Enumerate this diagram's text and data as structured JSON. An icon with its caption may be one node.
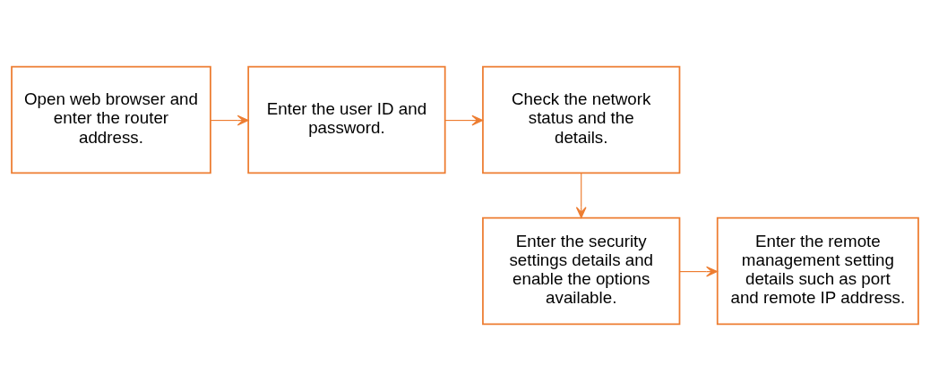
{
  "diagram": {
    "nodes": [
      {
        "text": [
          "Open web browser and enter the router address."
        ]
      },
      {
        "text": [
          "Enter the user ID and password."
        ]
      },
      {
        "text": [
          "Check the network status and the details."
        ]
      },
      {
        "text": [
          "Enter the security settings details and enable the options available."
        ]
      },
      {
        "text": [
          "Enter the remote management setting details such as port and remote IP address."
        ]
      }
    ],
    "edges": [
      {
        "from": 0,
        "to": 1,
        "arrow": "to"
      },
      {
        "from": 1,
        "to": 2,
        "arrow": "to"
      },
      {
        "from": 2,
        "to": 3,
        "arrow": "to"
      },
      {
        "from": 3,
        "to": 4,
        "arrow": "to"
      }
    ]
  }
}
